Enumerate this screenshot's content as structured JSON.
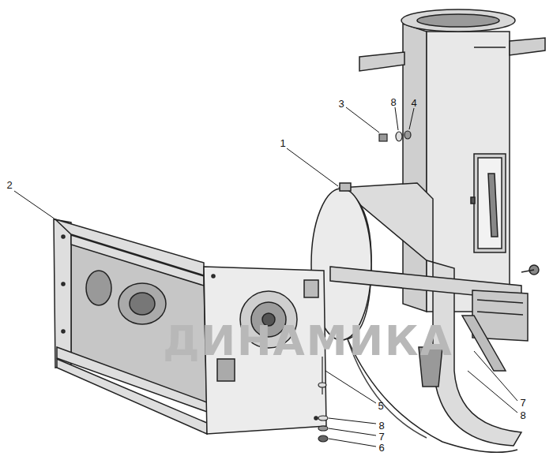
{
  "diagram": {
    "labels": [
      "3",
      "8",
      "4",
      "1",
      "2",
      "5",
      "8",
      "7",
      "6",
      "7",
      "8",
      "ДИНАМИКА"
    ]
  }
}
